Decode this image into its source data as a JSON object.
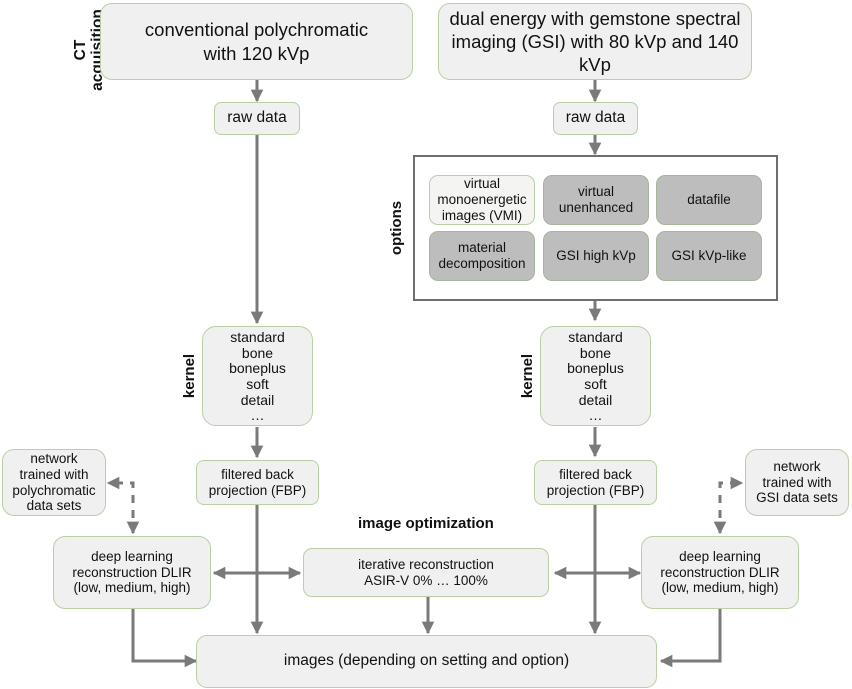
{
  "sections": {
    "acquisition": [
      "CT",
      "acquisition"
    ],
    "options": "options",
    "kernel_left": "kernel",
    "kernel_right": "kernel",
    "optimization": "image optimization"
  },
  "left": {
    "acquisition": [
      "conventional polychromatic",
      "with 120 kVp"
    ],
    "raw_data": "raw data",
    "kernels": [
      "standard",
      "bone",
      "boneplus",
      "soft",
      "detail",
      "…"
    ],
    "fbp": [
      "filtered back",
      "projection (FBP)"
    ],
    "network": [
      "network",
      "trained with",
      "polychromatic",
      "data sets"
    ],
    "dlir": [
      "deep learning",
      "reconstruction DLIR",
      "(low, medium, high)"
    ]
  },
  "right": {
    "acquisition": [
      "dual energy with gemstone spectral",
      "imaging (GSI) with 80 kVp and 140 kVp"
    ],
    "raw_data": "raw data",
    "options": [
      {
        "label": [
          "virtual",
          "monoenergetic",
          "images (VMI)"
        ],
        "highlighted": true
      },
      {
        "label": [
          "virtual",
          "unenhanced"
        ],
        "highlighted": false
      },
      {
        "label": [
          "datafile"
        ],
        "highlighted": false
      },
      {
        "label": [
          "material",
          "decomposition"
        ],
        "highlighted": false
      },
      {
        "label": [
          "GSI high kVp"
        ],
        "highlighted": false
      },
      {
        "label": [
          "GSI kVp-like"
        ],
        "highlighted": false
      }
    ],
    "kernels": [
      "standard",
      "bone",
      "boneplus",
      "soft",
      "detail",
      "…"
    ],
    "fbp": [
      "filtered back",
      "projection (FBP)"
    ],
    "network": [
      "network",
      "trained with",
      "GSI data sets"
    ],
    "dlir": [
      "deep learning",
      "reconstruction DLIR",
      "(low, medium, high)"
    ]
  },
  "center": {
    "iterative": [
      "iterative reconstruction",
      "ASIR-V 0% … 100%"
    ],
    "images": "images (depending on setting and option)"
  },
  "colors": {
    "box_fill": "#f0f0f0",
    "box_border": "#b9cfa6",
    "option_dark_fill": "#bdbdbd",
    "arrow": "#7a7a7a",
    "frame": "#6e6e6e"
  }
}
